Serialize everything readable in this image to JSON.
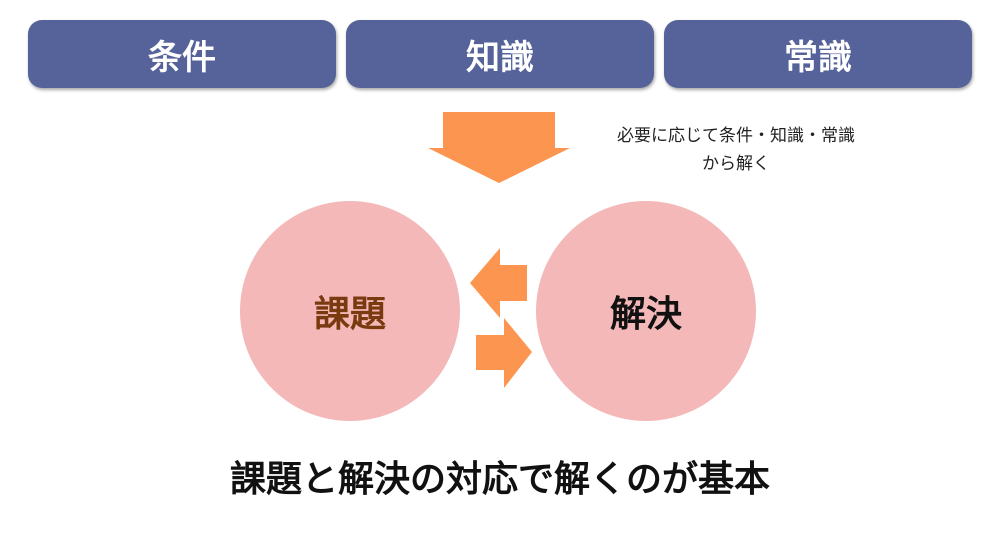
{
  "boxes": [
    "条件",
    "知識",
    "常識"
  ],
  "note": {
    "line1": "必要に応じて条件・知識・常識",
    "line2": "から解く"
  },
  "circles": {
    "problem": "課題",
    "solution": "解決"
  },
  "summary": "課題と解決の対応で解くのが基本",
  "colors": {
    "box": "#55639a",
    "arrow": "#fb954f",
    "circle": "#f4b8b8",
    "problem_text": "#7a3a10"
  }
}
